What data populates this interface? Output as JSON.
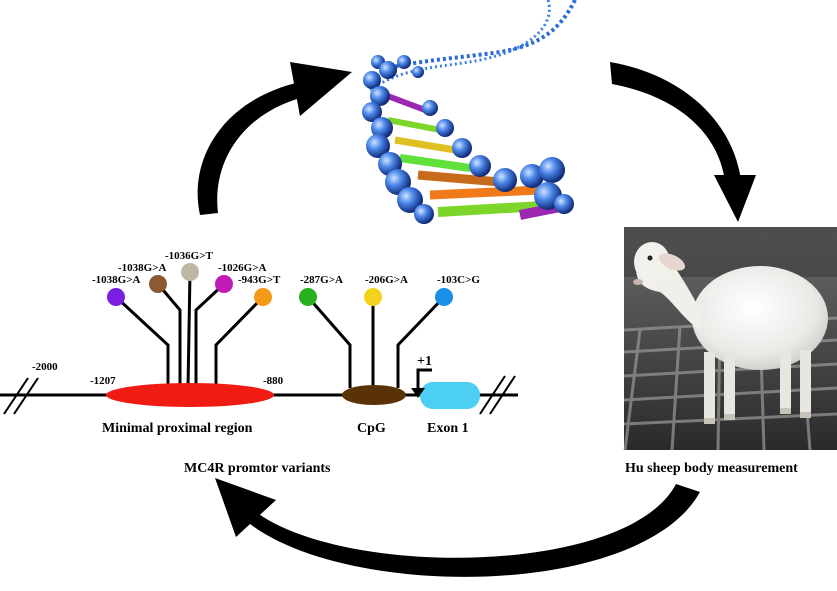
{
  "promoter": {
    "pos_minus2000": "-2000",
    "pos_minus1207": "-1207",
    "pos_minus880": "-880",
    "tss_label": "+1",
    "region_label": "Minimal proximal region",
    "cpg_label": "CpG",
    "exon_label": "Exon 1",
    "caption": "MC4R promtor variants"
  },
  "variants": [
    {
      "label": "-1038G>A",
      "color": "#7a1fe0"
    },
    {
      "label": "-1038G>A",
      "color": "#8a5a35"
    },
    {
      "label": "-1036G>T",
      "color": "#bdb8a6"
    },
    {
      "label": "-1026G>A",
      "color": "#c21cb8"
    },
    {
      "label": "-943G>T",
      "color": "#f59a18"
    },
    {
      "label": "-287G>A",
      "color": "#28b01e"
    },
    {
      "label": "-206G>A",
      "color": "#f2d21a"
    },
    {
      "label": "-103C>G",
      "color": "#1a8fe6"
    }
  ],
  "sheep": {
    "caption": "Hu sheep body measurement"
  },
  "colors": {
    "minimal_region": "#f01c14",
    "cpg": "#5a3208",
    "exon": "#4ccff2",
    "arrows": "#000000"
  },
  "icons": [
    "dna-helix-image",
    "sheep-photo",
    "cycle-arrows"
  ]
}
